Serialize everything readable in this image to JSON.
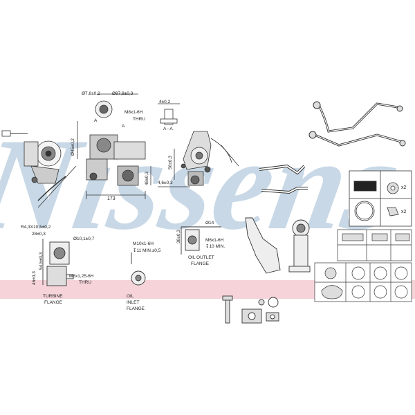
{
  "watermark": {
    "text": "Nissens",
    "color": "#c9d9e8",
    "band_color": "#f2c9d0"
  },
  "dimensions": {
    "d_7_8": "Ø7,8±0,2",
    "d_87_8": "Ø87,8±0,3",
    "m8x1_6h_a": "M8x1-6H",
    "thru_a": "THRU",
    "d_45": "Ø45±0,2",
    "d_4": "4±0,2",
    "section_aa": "A - A",
    "l_173": "173",
    "h_48": "48±0,3",
    "h_56": "56±0,3",
    "h_4_6": "4,6±0,3",
    "d_38": "38±0,3",
    "d_14": "Ø14",
    "m6x1_6h_b": "M6x1-6H",
    "depth_10": "↧10 MIN.",
    "r_4_3": "R4,3X10,5±0,2",
    "d_28": "28±0,3",
    "d_10_1": "Ø10,1±0,7",
    "d_54_5": "54,5±0,3",
    "d_46": "46±0,3",
    "m8x1_25": "M8x1,25-6H",
    "thru_b": "THRU",
    "m10x1_6h": "M10x1-6H",
    "depth_11": "↧11 MIN.±0,5",
    "letter_a1": "A",
    "letter_a2": "A"
  },
  "captions": {
    "oil_outlet_1": "OIL OUTLET",
    "oil_outlet_2": "FLANGE",
    "turbine_1": "TURBINE",
    "turbine_2": "FLANGE",
    "oil_inlet_1": "OIL",
    "oil_inlet_2": "INLET",
    "oil_inlet_3": "FLANGE"
  },
  "kit": {
    "qty_washer": "x2",
    "qty_gasket": "x2"
  }
}
